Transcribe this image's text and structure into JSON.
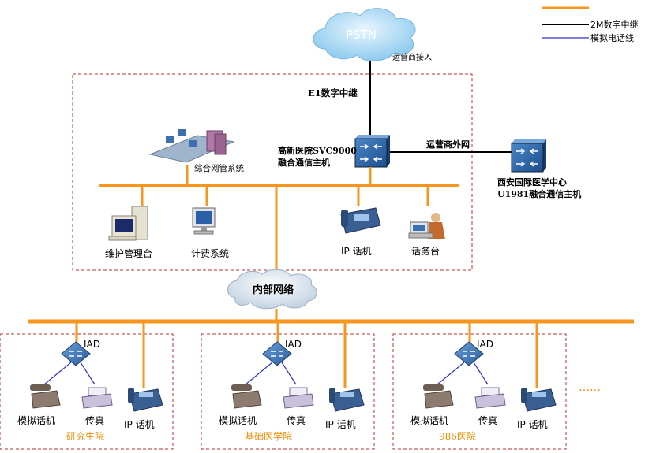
{
  "legend": {
    "trunk_2m": "2M数字中继",
    "analog_line": "模拟电话线",
    "colors": {
      "trunk": "#f7961e",
      "analog": "#3333cc"
    }
  },
  "pstn": {
    "label": "PSTN",
    "access": "运营商接入"
  },
  "e1_label": "E1数字中继",
  "main_host": {
    "line1": "高新医院SVC9000",
    "line2": "融合通信主机"
  },
  "external_net": "运营商外网",
  "remote_host": {
    "line1": "西安国际医学中心",
    "line2": "U1981融合通信主机"
  },
  "nms": "综合网管系统",
  "hq_devices": {
    "maint": "维护管理台",
    "billing": "计费系统",
    "ipphone": "IP 话机",
    "console": "话务台"
  },
  "internal_net": "内部网络",
  "branches": [
    {
      "name": "研究生院",
      "iad": "IAD",
      "analog": "模拟话机",
      "fax": "传真",
      "ip": "IP 话机"
    },
    {
      "name": "基础医学院",
      "iad": "IAD",
      "analog": "模拟话机",
      "fax": "传真",
      "ip": "IP 话机"
    },
    {
      "name": "986医院",
      "iad": "IAD",
      "analog": "模拟话机",
      "fax": "传真",
      "ip": "IP 话机"
    }
  ],
  "more": "……"
}
